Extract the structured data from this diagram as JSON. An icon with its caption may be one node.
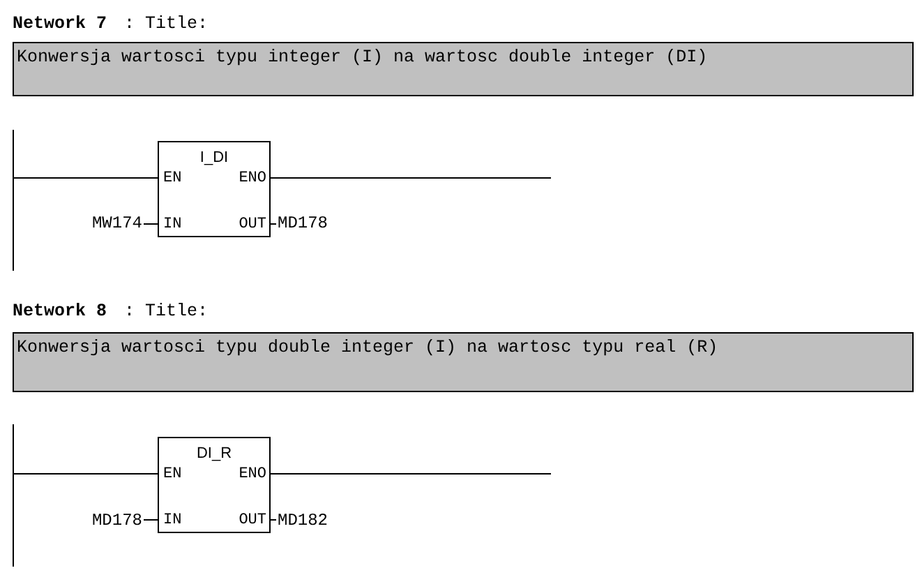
{
  "diagram": {
    "nodes": [
      {
        "text": [
          "Konwersja wartosci typu integer (I) na wartosc double integer (DI)"
        ]
      },
      {
        "text": [],
        "shape": "bar"
      },
      {
        "text": [
          "I_DI",
          "EN",
          "ENO",
          "IN",
          "OUT"
        ]
      },
      {
        "text": [
          "MW174"
        ]
      },
      {
        "text": [
          "MD178"
        ]
      },
      {
        "text": [
          "Konwersja wartosci typu double integer (I) na wartosc typu real (R)"
        ]
      },
      {
        "text": [],
        "shape": "bar"
      },
      {
        "text": [
          "DI_R",
          "EN",
          "ENO",
          "IN",
          "OUT"
        ]
      },
      {
        "text": [
          "MD178"
        ]
      },
      {
        "text": [
          "MD182"
        ]
      }
    ],
    "edges": [
      {
        "from": 1,
        "to": 2,
        "arrow": "none"
      },
      {
        "from": 2,
        "to": null,
        "arrow": "none"
      },
      {
        "from": 3,
        "to": 2,
        "arrow": "none"
      },
      {
        "from": 2,
        "to": 4,
        "arrow": "none"
      },
      {
        "from": 6,
        "to": 7,
        "arrow": "none"
      },
      {
        "from": 7,
        "to": null,
        "arrow": "none"
      },
      {
        "from": 8,
        "to": 7,
        "arrow": "none"
      },
      {
        "from": 7,
        "to": 9,
        "arrow": "none"
      }
    ],
    "labels": [
      "Network 7",
      ": Title:",
      "Network 8",
      ": Title:"
    ]
  }
}
